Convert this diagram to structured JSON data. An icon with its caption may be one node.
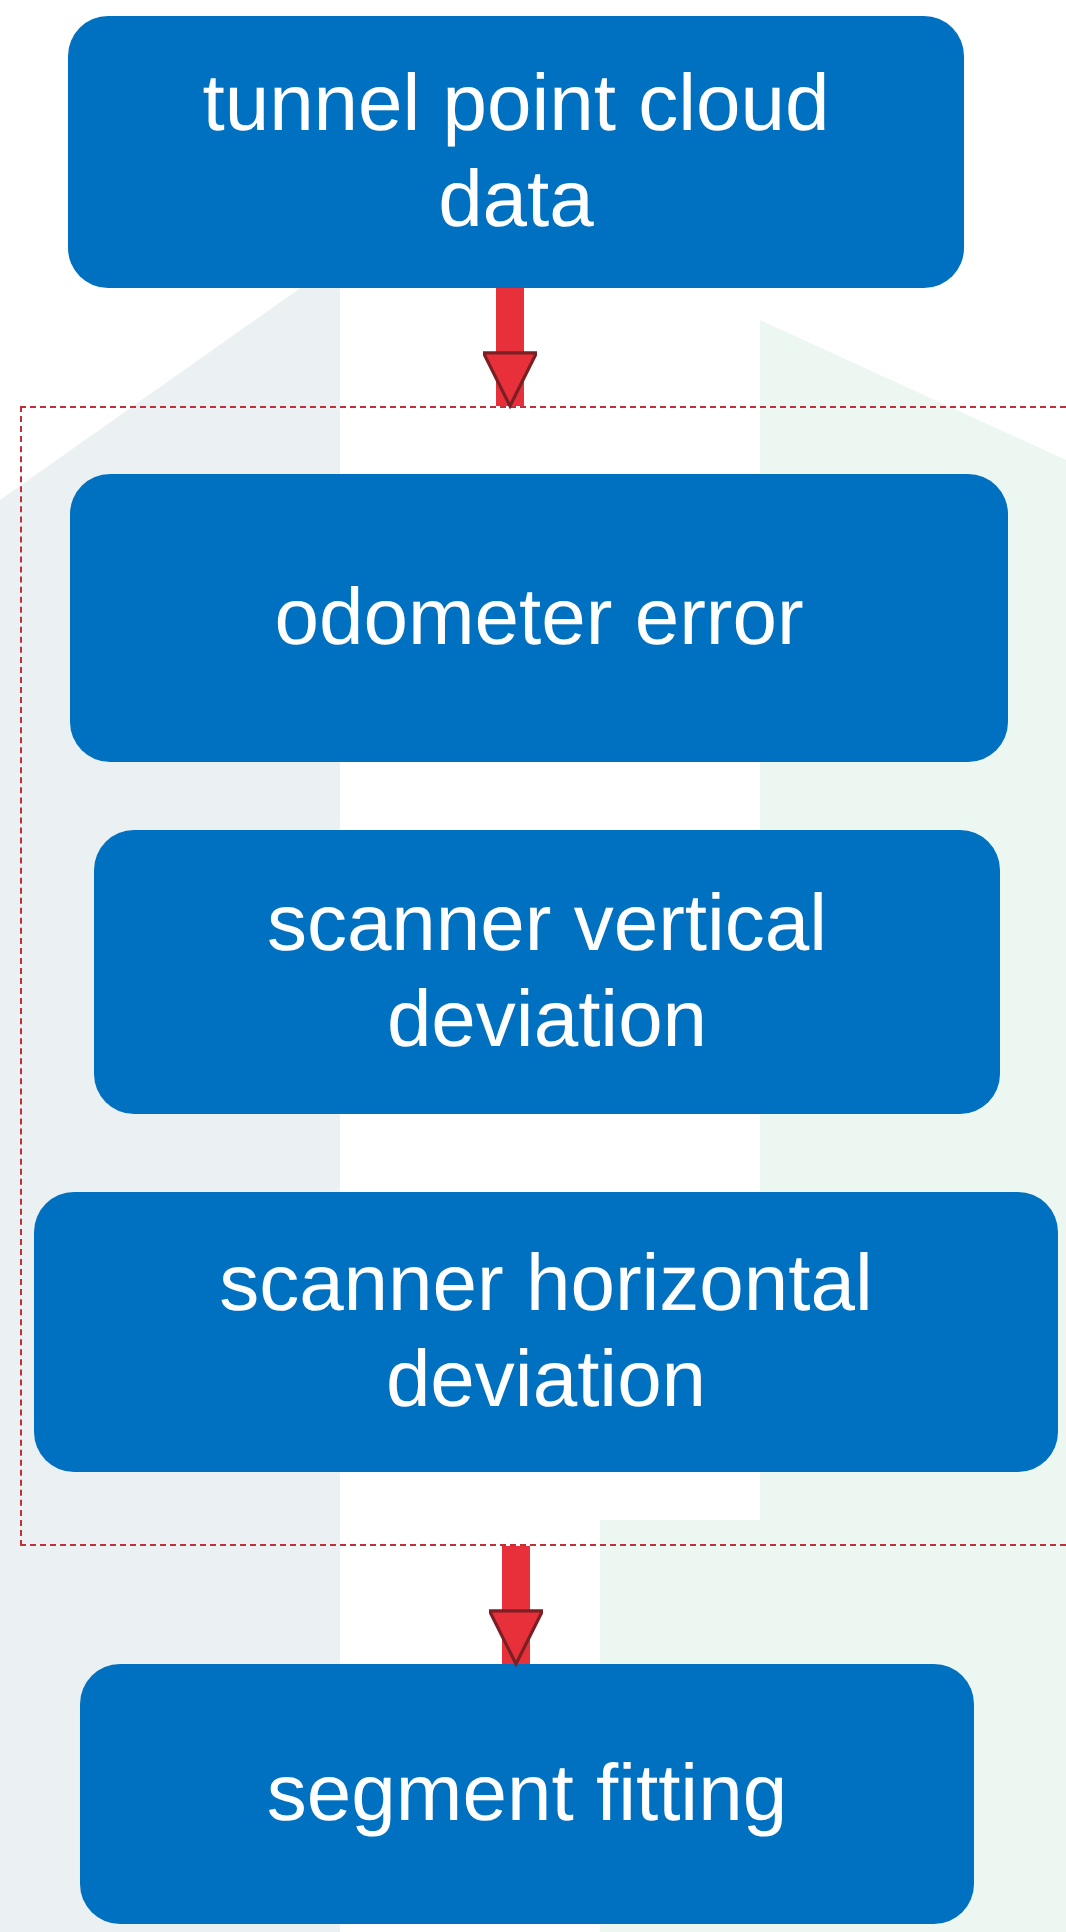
{
  "diagram": {
    "nodes": [
      {
        "text": [
          "tunnel point cloud data"
        ]
      },
      {
        "text": [],
        "shape": "box"
      },
      {
        "text": [
          "odometer error"
        ],
        "in": 1
      },
      {
        "text": [
          "scanner vertical deviation"
        ],
        "in": 1
      },
      {
        "text": [
          "scanner horizontal deviation"
        ],
        "in": 1
      },
      {
        "text": [
          "segment fitting"
        ]
      }
    ],
    "edges": [
      {
        "from": 0,
        "to": 1,
        "arrow": "to"
      },
      {
        "from": 1,
        "to": 5,
        "arrow": "to"
      }
    ]
  }
}
